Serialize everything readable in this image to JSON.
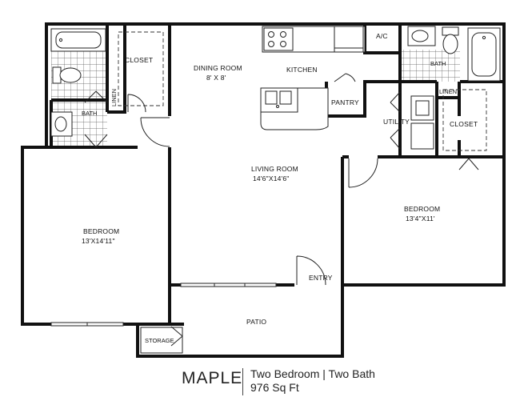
{
  "plan": {
    "name": "MAPLE",
    "type": "Two Bedroom | Two Bath",
    "size": "976 Sq Ft"
  },
  "rooms": {
    "closet_left": "CLOSET",
    "linen_left": "LINEN",
    "bath_left": "BATH",
    "dining_room": "DINING ROOM",
    "dining_size": "8' X 8'",
    "kitchen": "KITCHEN",
    "pantry": "PANTRY",
    "ac": "A/C",
    "bath_right": "BATH",
    "linen_right": "LINEN",
    "utility": "UTILITY",
    "closet_right": "CLOSET",
    "living_room": "LIVING ROOM",
    "living_size": "14'6\"X14'6\"",
    "bedroom_left": "BEDROOM",
    "bedroom_left_size": "13'X14'11\"",
    "bedroom_right": "BEDROOM",
    "bedroom_right_size": "13'4\"X11'",
    "entry": "ENTRY",
    "patio": "PATIO",
    "storage": "STORAGE"
  },
  "colors": {
    "wall": "#111111",
    "background": "#ffffff"
  }
}
